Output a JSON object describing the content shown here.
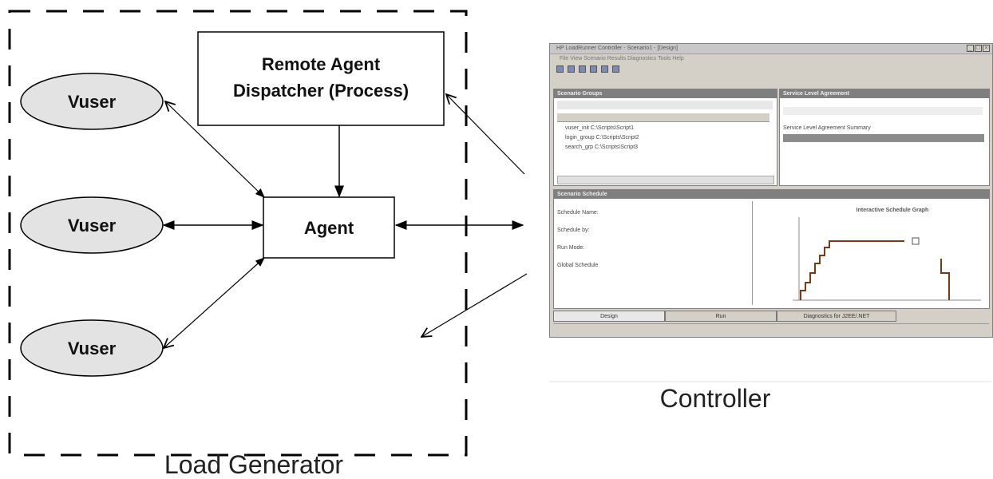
{
  "diagram": {
    "nodes": {
      "dispatcher": {
        "label_line1": "Remote Agent",
        "label_line2": "Dispatcher (Process)"
      },
      "agent": {
        "label": "Agent"
      },
      "vusers": [
        {
          "label": "Vuser"
        },
        {
          "label": "Vuser"
        },
        {
          "label": "Vuser"
        }
      ]
    },
    "captions": {
      "controller": "Controller",
      "load_generator": "Load Generator"
    },
    "colors": {
      "ellipse_fill": "#e3e3e3",
      "stroke": "#000000",
      "graph_line": "#7a3a14"
    }
  },
  "controller_window": {
    "title": "HP LoadRunner Controller - Scenario1 - [Design]",
    "menu": "File  View  Scenario  Results  Diagnostics  Tools  Help",
    "groups_panel": {
      "title": "Scenario Groups",
      "rows": [
        "vuser_init   C:\\Scripts\\Script1",
        "login_group  C:\\Scripts\\Script2",
        "search_grp   C:\\Scripts\\Script3"
      ]
    },
    "goal_panel": {
      "title": "Service Level Agreement",
      "selected_row": "Service Level Agreement Summary"
    },
    "schedule_panel": {
      "title": "Scenario Schedule",
      "rows": [
        "Schedule Name:",
        "Schedule by:",
        "Run Mode:",
        "Global Schedule"
      ]
    },
    "graph_panel": {
      "title": "Interactive Schedule Graph"
    },
    "tabs": [
      "Design",
      "Run",
      "Diagnostics for J2EE/.NET"
    ]
  }
}
